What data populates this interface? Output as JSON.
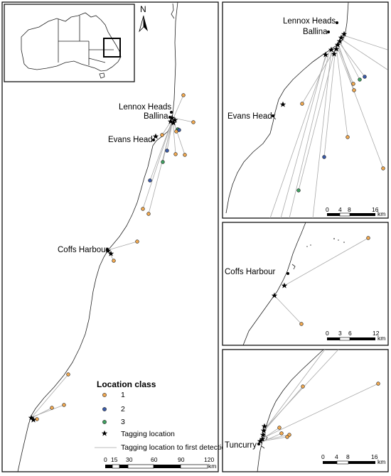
{
  "colors": {
    "class1": "#f0a850",
    "class2": "#3a5aa8",
    "class3": "#3fa060",
    "tag": "#000000",
    "track": "#a9a9a9"
  },
  "north_label": "N",
  "icons": [
    "north-arrow-icon",
    "star-icon"
  ],
  "legend": {
    "title": "Location class",
    "class1": "1",
    "class2": "2",
    "class3": "3",
    "tagging": "Tagging location",
    "line": "Tagging location to first detection"
  },
  "main_map": {
    "towns": {
      "lennox": "Lennox Heads",
      "ballina": "Ballina",
      "evans": "Evans Head",
      "coffs": "Coffs Harbour"
    },
    "scale": {
      "ticks": [
        "0",
        "15",
        "30",
        "60",
        "90",
        "120"
      ],
      "unit": "km"
    }
  },
  "panel_north": {
    "towns": {
      "lennox": "Lennox Heads",
      "ballina": "Ballina",
      "evans": "Evans Head"
    },
    "scale": {
      "ticks": [
        "0",
        "4",
        "8",
        "16"
      ],
      "unit": "km"
    }
  },
  "panel_coffs": {
    "towns": {
      "coffs": "Coffs Harbour"
    },
    "scale": {
      "ticks": [
        "0",
        "3",
        "6",
        "12"
      ],
      "unit": "km"
    }
  },
  "panel_tuncurry": {
    "towns": {
      "tuncurry": "Tuncurry"
    },
    "scale": {
      "ticks": [
        "0",
        "4",
        "8",
        "16"
      ],
      "unit": "km"
    }
  }
}
